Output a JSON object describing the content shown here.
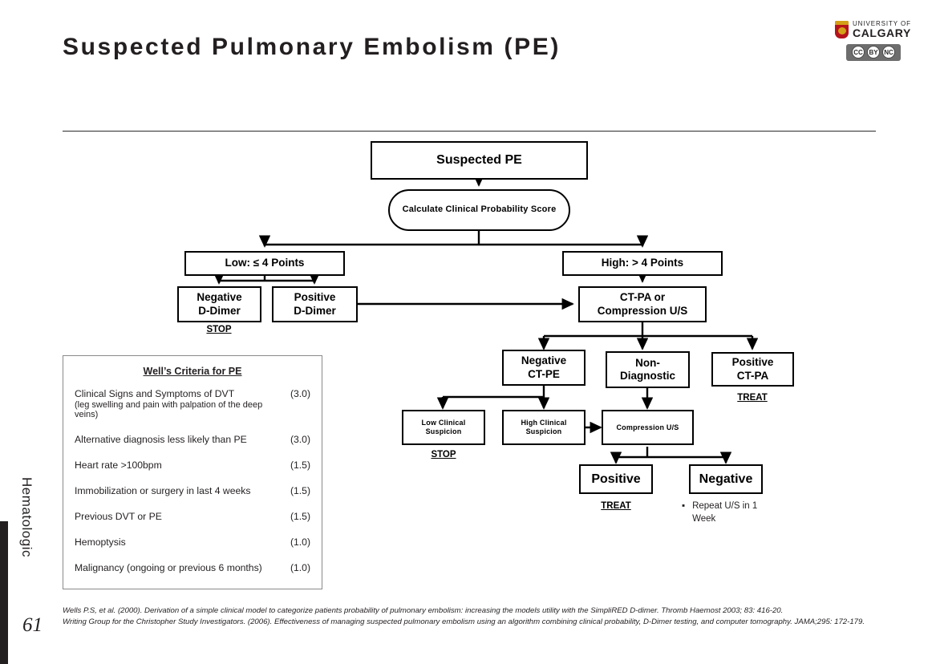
{
  "slide": {
    "title": "Suspected Pulmonary Embolism (PE)",
    "section_label": "Hematologic",
    "page_number": "61"
  },
  "logo": {
    "line1": "UNIVERSITY OF",
    "line2": "CALGARY",
    "cc_marks": [
      "CC",
      "BY",
      "NC"
    ]
  },
  "flowchart": {
    "nodes": {
      "suspected_pe": "Suspected PE",
      "calculate_score": "Calculate Clinical Probability Score",
      "low_points": "Low: ≤ 4 Points",
      "high_points": "High: > 4 Points",
      "negative_ddimer": "Negative\nD-Dimer",
      "positive_ddimer": "Positive\nD-Dimer",
      "ctpa_or_us": "CT-PA or\nCompression U/S",
      "negative_ctpe": "Negative\nCT-PE",
      "non_diagnostic": "Non-\nDiagnostic",
      "positive_ctpa": "Positive\nCT-PA",
      "low_clinical_suspicion": "Low Clinical\nSuspicion",
      "high_clinical_suspicion": "High Clinical\nSuspicion",
      "compression_us": "Compression U/S",
      "positive_final": "Positive",
      "negative_final": "Negative"
    },
    "captions": {
      "stop_ddimer": "STOP",
      "treat_ctpa": "TREAT",
      "stop_low_suspicion": "STOP",
      "treat_positive": "TREAT"
    },
    "notes": {
      "repeat_us": "Repeat U/S in 1 Week",
      "repeat_us_bullet": "▪"
    }
  },
  "wells": {
    "title": "Well’s Criteria for PE",
    "rows": [
      {
        "label": "Clinical Signs and Symptoms of DVT",
        "sub": "(leg swelling and pain with palpation of the deep veins)",
        "points": "(3.0)"
      },
      {
        "label": "Alternative diagnosis less likely than PE",
        "sub": "",
        "points": "(3.0)"
      },
      {
        "label": "Heart rate >100bpm",
        "sub": "",
        "points": "(1.5)"
      },
      {
        "label": "Immobilization or surgery in last 4 weeks",
        "sub": "",
        "points": "(1.5)"
      },
      {
        "label": "Previous DVT or PE",
        "sub": "",
        "points": "(1.5)"
      },
      {
        "label": "Hemoptysis",
        "sub": "",
        "points": "(1.0)"
      },
      {
        "label": "Malignancy (ongoing or  previous 6 months)",
        "sub": "",
        "points": "(1.0)"
      }
    ]
  },
  "references": {
    "line1": "Wells P.S, et al. (2000). Derivation of a simple clinical model to categorize patients probability of pulmonary embolism: increasing the models utility with the SimpliRED D-dimer. Thromb Haemost 2003; 83: 416-20.",
    "line2": "Writing Group for the Christopher Study Investigators. (2006). Effectiveness of managing suspected pulmonary embolism using an algorithm combining clinical probability, D-Dimer testing, and computer tomography. JAMA;295: 172-179."
  },
  "colors": {
    "ink": "#231f20",
    "shield_red": "#b5121b",
    "shield_gold": "#d4a017"
  }
}
